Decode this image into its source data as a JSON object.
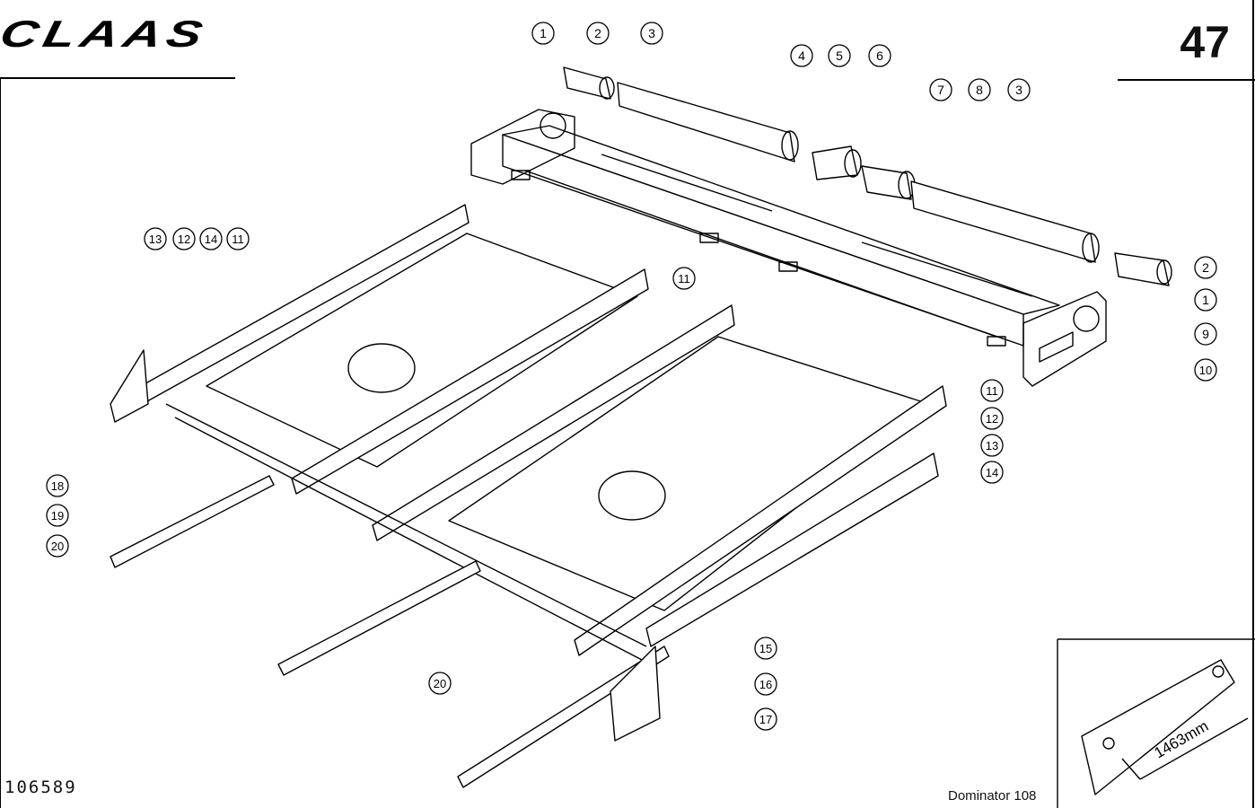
{
  "header": {
    "brand": "CLAAS",
    "page_number": "47"
  },
  "footer": {
    "document_number": "106589",
    "model": "Dominator 108"
  },
  "inset": {
    "dimension": "1463mm"
  },
  "callouts": [
    {
      "id": "c1a",
      "label": "1"
    },
    {
      "id": "c2a",
      "label": "2"
    },
    {
      "id": "c3a",
      "label": "3"
    },
    {
      "id": "c4",
      "label": "4"
    },
    {
      "id": "c5",
      "label": "5"
    },
    {
      "id": "c6",
      "label": "6"
    },
    {
      "id": "c7",
      "label": "7"
    },
    {
      "id": "c8",
      "label": "8"
    },
    {
      "id": "c3b",
      "label": "3"
    },
    {
      "id": "c2b",
      "label": "2"
    },
    {
      "id": "c1b",
      "label": "1"
    },
    {
      "id": "c9",
      "label": "9"
    },
    {
      "id": "c10",
      "label": "10"
    },
    {
      "id": "c13a",
      "label": "13"
    },
    {
      "id": "c12a",
      "label": "12"
    },
    {
      "id": "c14a",
      "label": "14"
    },
    {
      "id": "c11a",
      "label": "11"
    },
    {
      "id": "c11b",
      "label": "11"
    },
    {
      "id": "c11c",
      "label": "11"
    },
    {
      "id": "c12b",
      "label": "12"
    },
    {
      "id": "c13b",
      "label": "13"
    },
    {
      "id": "c14b",
      "label": "14"
    },
    {
      "id": "c18",
      "label": "18"
    },
    {
      "id": "c19",
      "label": "19"
    },
    {
      "id": "c20a",
      "label": "20"
    },
    {
      "id": "c15",
      "label": "15"
    },
    {
      "id": "c20b",
      "label": "20"
    },
    {
      "id": "c16",
      "label": "16"
    },
    {
      "id": "c17",
      "label": "17"
    }
  ]
}
